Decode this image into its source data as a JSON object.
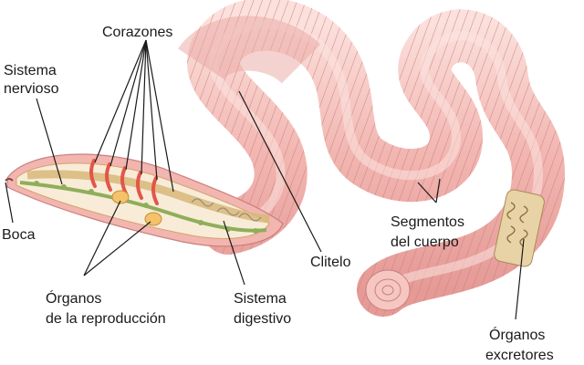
{
  "labels": {
    "corazones": "Corazones",
    "sistema_nervioso_1": "Sistema",
    "sistema_nervioso_2": "nervioso",
    "boca": "Boca",
    "organos_repro_1": "Órganos",
    "organos_repro_2": "de la reproducción",
    "sistema_digestivo_1": "Sistema",
    "sistema_digestivo_2": "digestivo",
    "clitelo": "Clitelo",
    "segmentos_1": "Segmentos",
    "segmentos_2": "del cuerpo",
    "organos_exc_1": "Órganos",
    "organos_exc_2": "excretores"
  },
  "colors": {
    "worm_body": "#f2b9b4",
    "worm_segment_line": "#c9807d",
    "worm_highlight": "#fbe3e0",
    "hearts": "#e2564a",
    "nerve_cord": "#8fae5a",
    "gut": "#d8b87a",
    "repro_organs": "#f3c26a",
    "label_text": "#1a1a1a"
  }
}
